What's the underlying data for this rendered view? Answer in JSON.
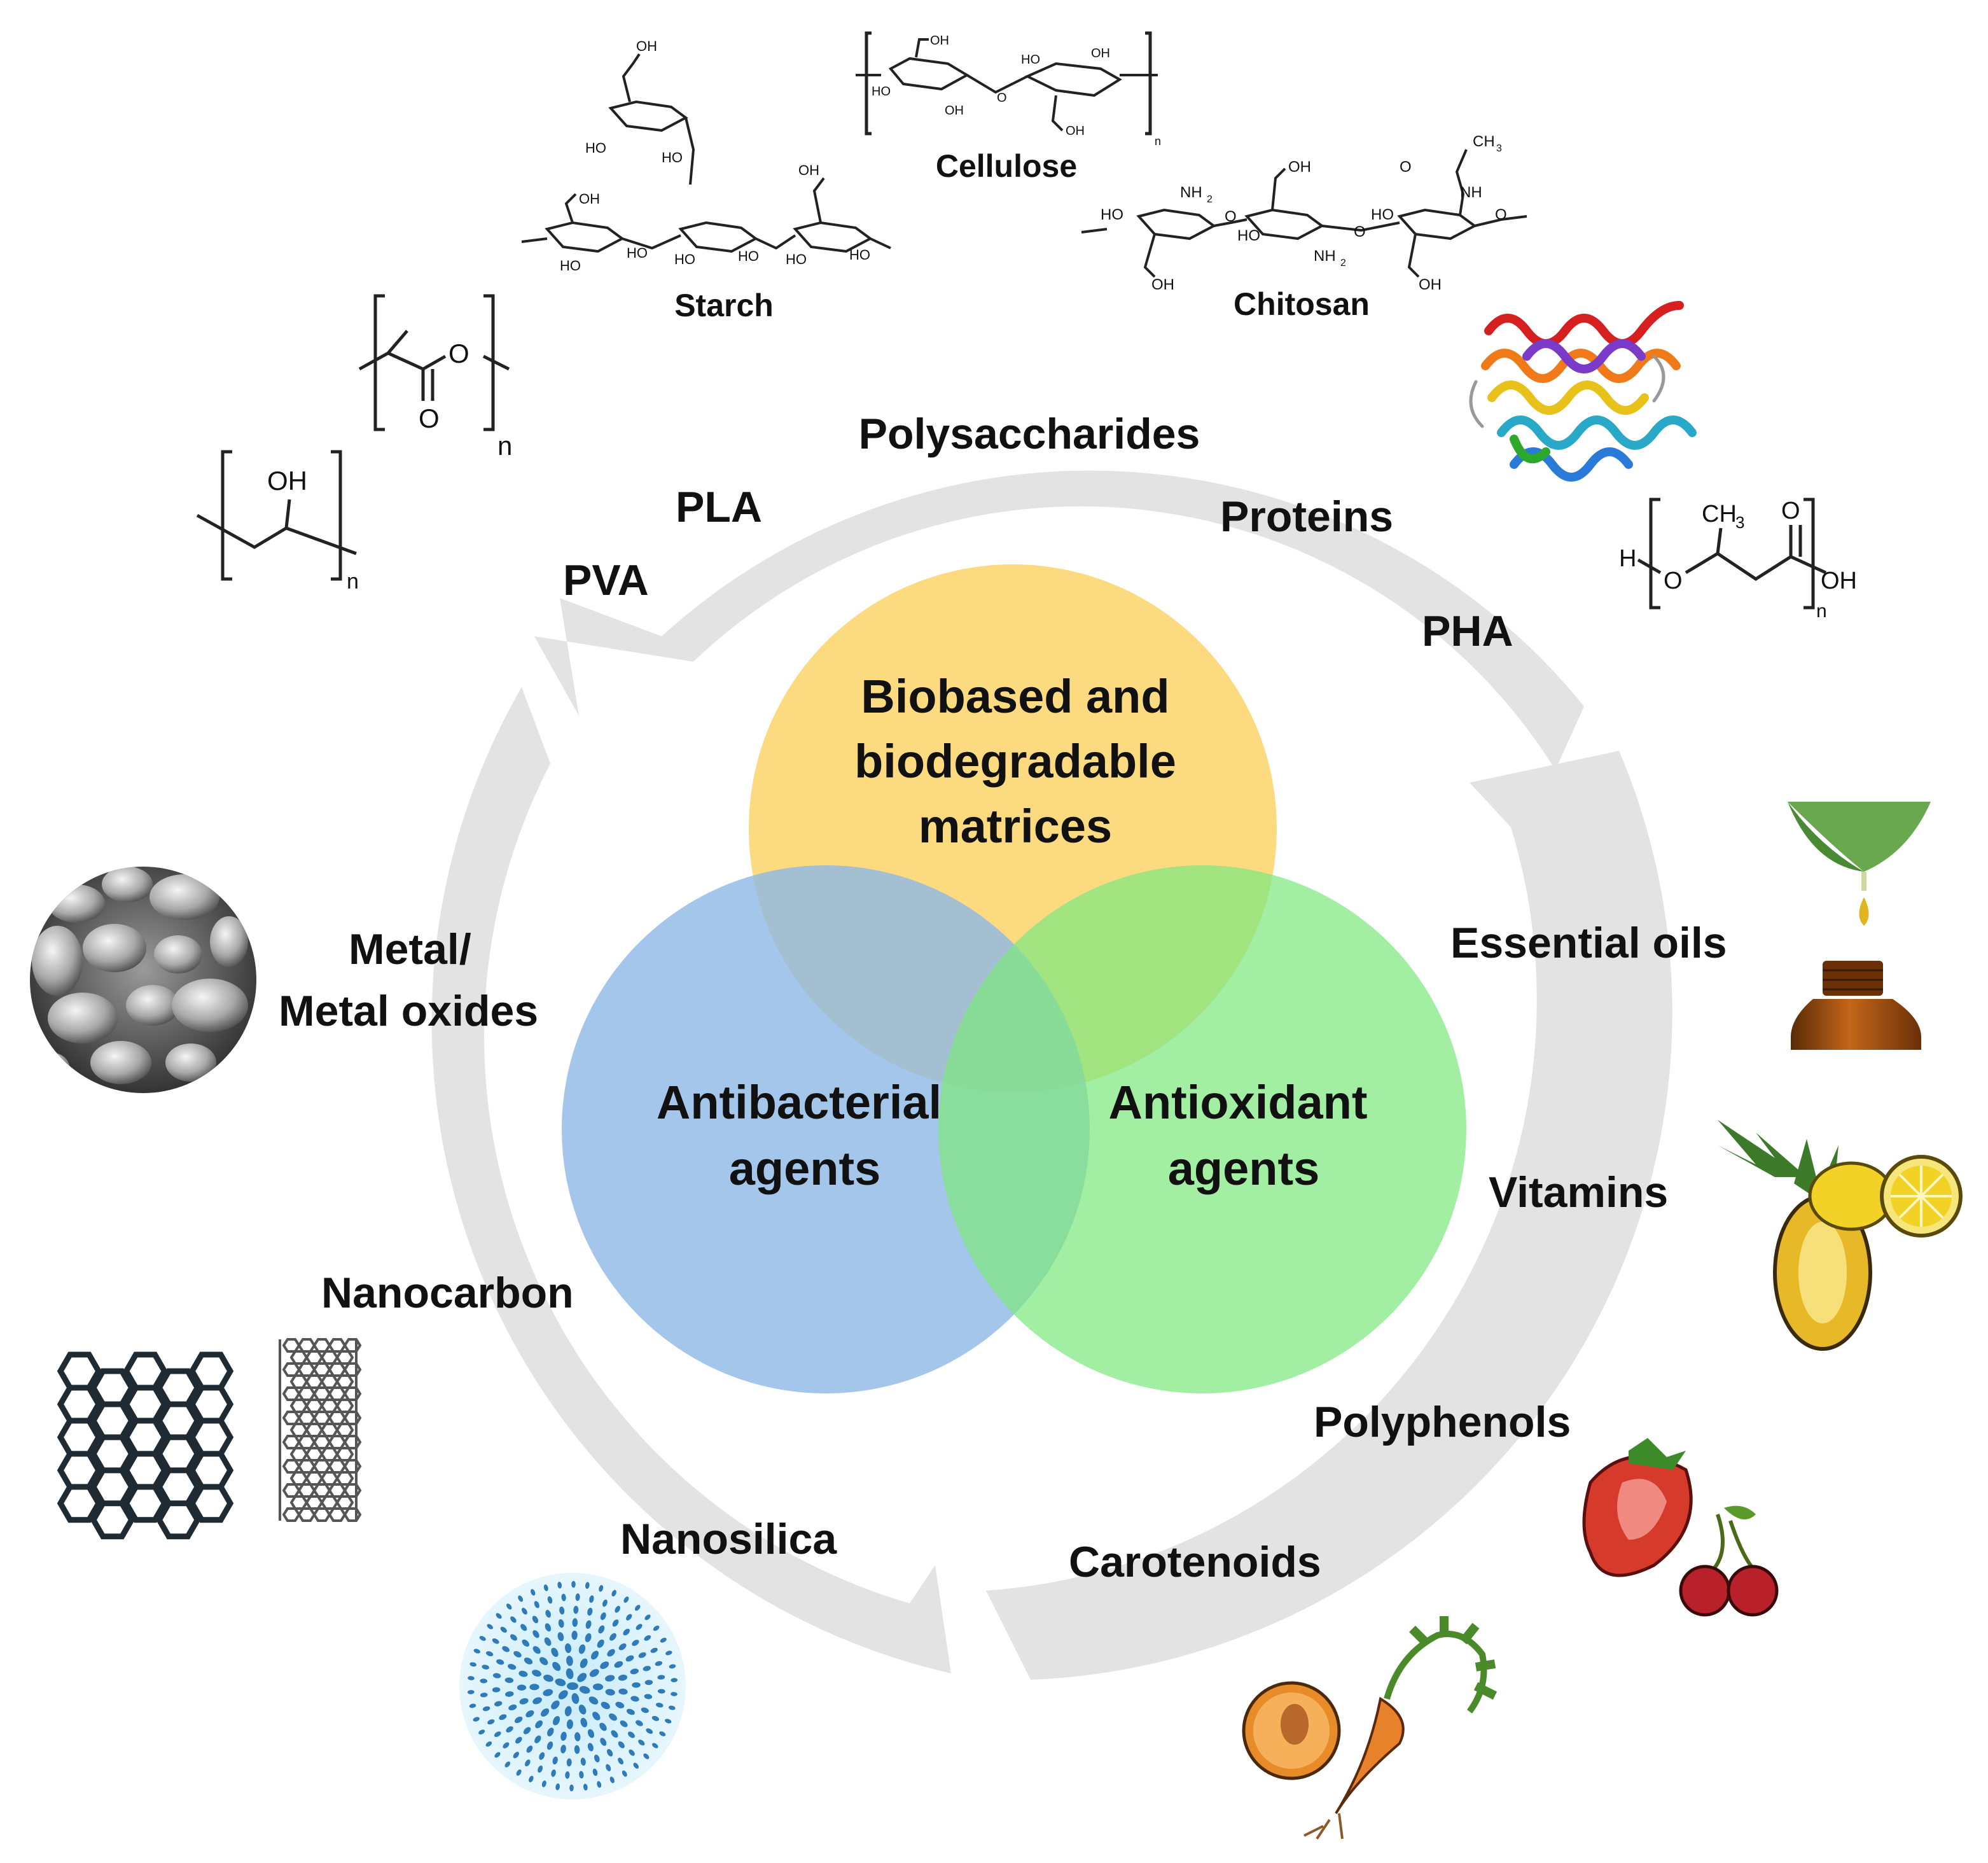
{
  "center": {
    "matrices": [
      "Biobased and",
      "biodegradable",
      "matrices"
    ],
    "antibacterial": [
      "Antibacterial",
      "agents"
    ],
    "antioxidant": [
      "Antioxidant",
      "agents"
    ]
  },
  "ring_labels": {
    "polysaccharides": "Polysaccharides",
    "pla": "PLA",
    "pva": "PVA",
    "proteins": "Proteins",
    "pha": "PHA",
    "essential_oils": "Essential oils",
    "vitamins": "Vitamins",
    "polyphenols": "Polyphenols",
    "carotenoids": "Carotenoids",
    "nanosilica": "Nanosilica",
    "nanocarbon": "Nanocarbon",
    "metal_oxides": [
      "Metal/",
      "Metal oxides"
    ]
  },
  "structure_names": {
    "cellulose": "Cellulose",
    "starch": "Starch",
    "chitosan": "Chitosan"
  },
  "chem_text": {
    "oh": "OH",
    "o": "O",
    "n": "n",
    "ho": "HO",
    "nh2": "NH",
    "nh": "NH",
    "ch3": "CH",
    "h": "H",
    "sub2": "2",
    "sub3": "3"
  },
  "colors": {
    "ring": "#e3e3e3",
    "matrices": "#fcd36a",
    "antibacterial": "#8db8e6",
    "antioxidant": "#7ee87f"
  },
  "icons": [
    "sem-particles-image",
    "graphene-sheet-icon",
    "carbon-nanotube-icon",
    "nanosilica-sphere-icon",
    "protein-ribbon-icon",
    "leaf-drop-icon",
    "oil-bottle-icon",
    "pineapple-icon",
    "lemon-icon",
    "strawberry-icon",
    "cherry-icon",
    "apricot-icon",
    "carrot-icon"
  ]
}
